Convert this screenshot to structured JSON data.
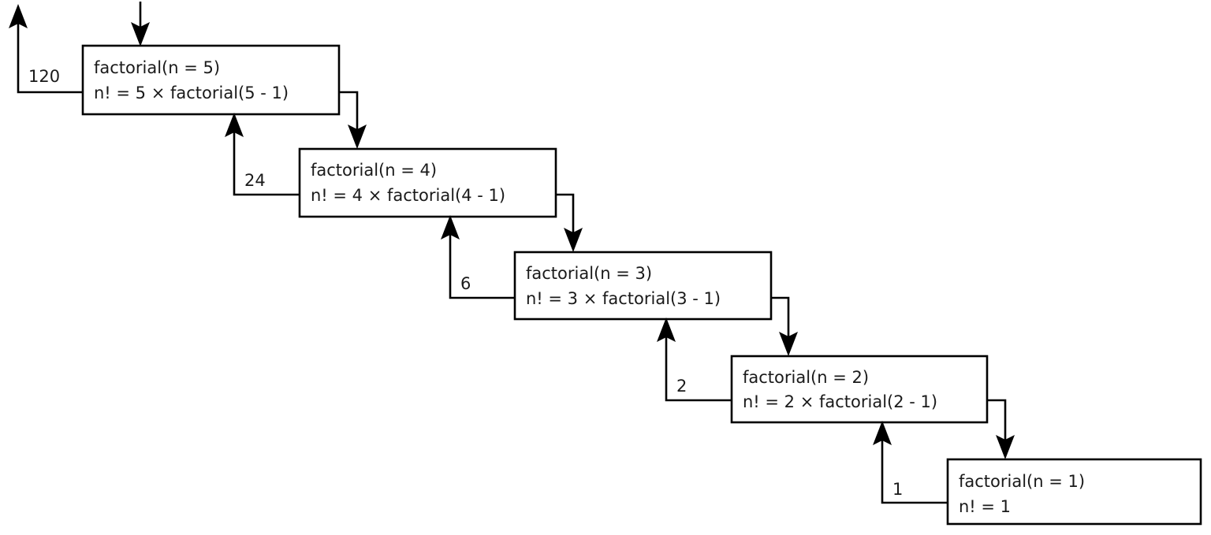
{
  "diagram": {
    "type": "recursion-call-stack",
    "subject": "factorial",
    "background_color": "#ffffff",
    "stroke_color": "#000000",
    "text_color": "#1a1a1a",
    "entry_arrow": {
      "name": "initial-call-arrow",
      "label": ""
    },
    "exit_arrow": {
      "name": "final-return-arrow",
      "label": "120"
    },
    "frames": [
      {
        "id": "frame-n5",
        "line1": "factorial(n = 5)",
        "line2": "n! = 5 × factorial(5 - 1)",
        "n": 5,
        "return_value": "120"
      },
      {
        "id": "frame-n4",
        "line1": "factorial(n = 4)",
        "line2": "n! = 4 × factorial(4 - 1)",
        "n": 4,
        "return_value": "24"
      },
      {
        "id": "frame-n3",
        "line1": "factorial(n = 3)",
        "line2": "n! = 3 × factorial(3 - 1)",
        "n": 3,
        "return_value": "6"
      },
      {
        "id": "frame-n2",
        "line1": "factorial(n = 2)",
        "line2": "n! = 2 × factorial(2 - 1)",
        "n": 2,
        "return_value": "2"
      },
      {
        "id": "frame-n1",
        "line1": "factorial(n = 1)",
        "line2": "n! = 1",
        "n": 1,
        "return_value": "1"
      }
    ],
    "return_labels": [
      {
        "id": "return-label-120",
        "value": "120",
        "from": "frame-n5",
        "to": "caller"
      },
      {
        "id": "return-label-24",
        "value": "24",
        "from": "frame-n4",
        "to": "frame-n5"
      },
      {
        "id": "return-label-6",
        "value": "6",
        "from": "frame-n3",
        "to": "frame-n4"
      },
      {
        "id": "return-label-2",
        "value": "2",
        "from": "frame-n2",
        "to": "frame-n3"
      },
      {
        "id": "return-label-1",
        "value": "1",
        "from": "frame-n1",
        "to": "frame-n2"
      }
    ]
  }
}
